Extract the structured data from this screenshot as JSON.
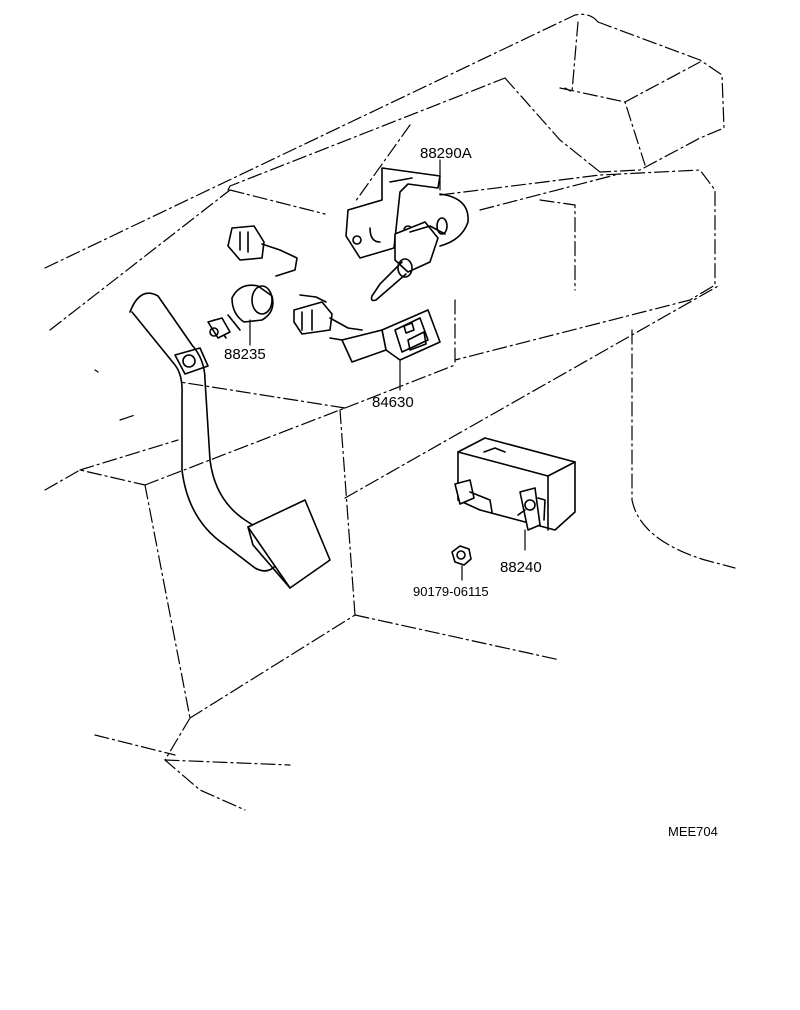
{
  "labels": {
    "p88290a": "88290A",
    "p88235": "88235",
    "p84630": "84630",
    "p88240": "88240",
    "p90179": "90179-06115",
    "drawing_code": "MEE704"
  }
}
